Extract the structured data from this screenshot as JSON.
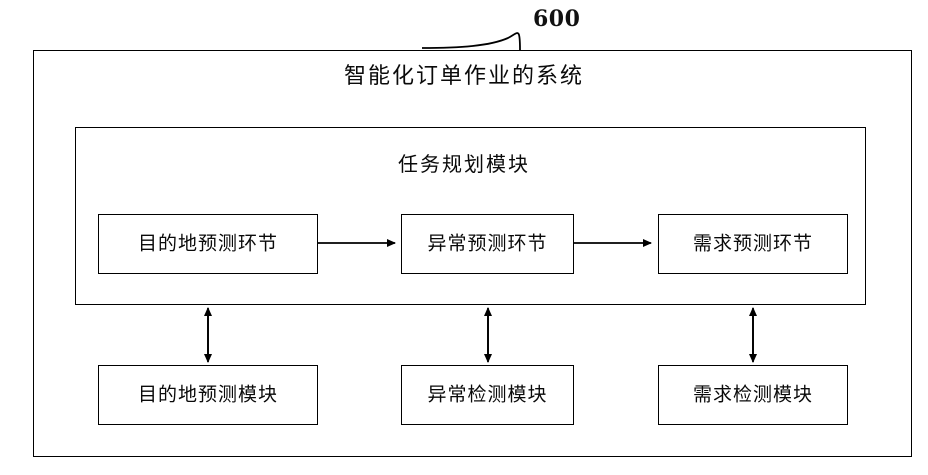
{
  "figure": {
    "reference_number": "600",
    "system": {
      "title": "智能化订单作业的系统",
      "planning_module": {
        "title": "任务规划模块",
        "stages": [
          {
            "label": "目的地预测环节"
          },
          {
            "label": "异常预测环节"
          },
          {
            "label": "需求预测环节"
          }
        ]
      },
      "modules": [
        {
          "label": "目的地预测模块"
        },
        {
          "label": "异常检测模块"
        },
        {
          "label": "需求检测模块"
        }
      ]
    }
  },
  "style": {
    "line_color": "#000000",
    "text_color": "#0a0a0a",
    "background": "#ffffff"
  }
}
